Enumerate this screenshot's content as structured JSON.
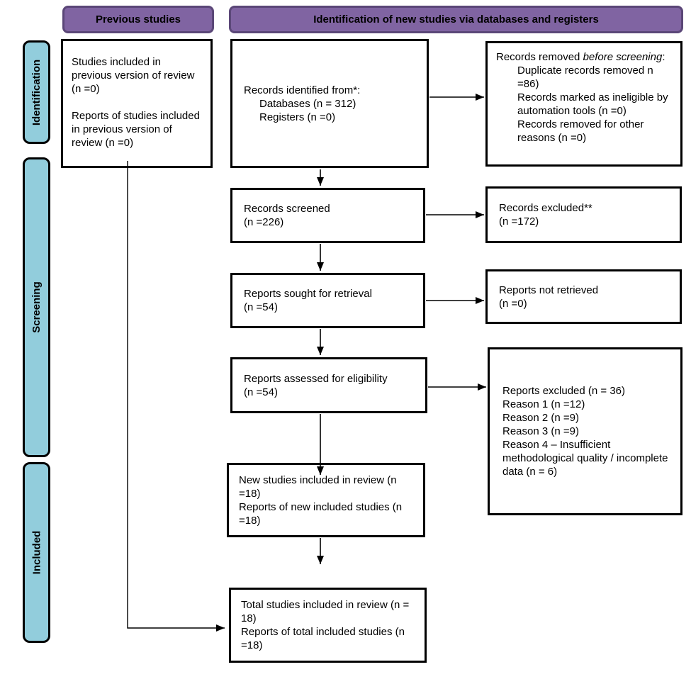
{
  "headers": {
    "previous": "Previous studies",
    "identification_new": "Identification of new studies via databases and registers"
  },
  "stages": [
    {
      "label": "Identification"
    },
    {
      "label": "Screening"
    },
    {
      "label": "Included"
    }
  ],
  "boxes": {
    "previous_studies": {
      "para1": "Studies included in previous version of review (n =0)",
      "para2": "Reports of studies included in previous version of review (n =0)"
    },
    "records_identified": {
      "title": "Records identified from*:",
      "items": [
        "Databases (n = 312)",
        "Registers (n =0)"
      ]
    },
    "records_removed": {
      "prefix": "Records removed ",
      "italic": "before screening",
      "suffix": ":",
      "items": [
        "Duplicate records removed n =86)",
        "Records marked as ineligible by automation tools (n =0)",
        "Records removed for other reasons (n =0)"
      ]
    },
    "records_screened": {
      "lines": [
        "Records screened",
        "(n =226)"
      ]
    },
    "records_excluded": {
      "lines": [
        "Records excluded**",
        "(n =172)"
      ]
    },
    "reports_sought": {
      "lines": [
        "Reports sought for retrieval",
        "(n =54)"
      ]
    },
    "reports_not_retrieved": {
      "lines": [
        "Reports not retrieved",
        "(n =0)"
      ]
    },
    "reports_assessed": {
      "lines": [
        "Reports assessed for eligibility",
        "(n =54)"
      ]
    },
    "reports_excluded_reasons": {
      "lines": [
        "Reports excluded (n = 36)",
        "Reason 1 (n =12)",
        "Reason 2 (n =9)",
        "Reason 3 (n =9)",
        "Reason 4 – Insufficient methodological quality / incomplete data (n = 6)"
      ]
    },
    "new_studies": {
      "lines": [
        "New studies included in review (n =18)",
        "Reports of new included studies (n =18)"
      ]
    },
    "total_studies": {
      "lines": [
        "Total studies included in review (n = 18)",
        "Reports of total included studies (n =18)"
      ]
    }
  },
  "colors": {
    "header_fill": "#8064A2",
    "header_border": "#5B4778",
    "stage_fill": "#92CDDC",
    "box_border": "#000000"
  }
}
